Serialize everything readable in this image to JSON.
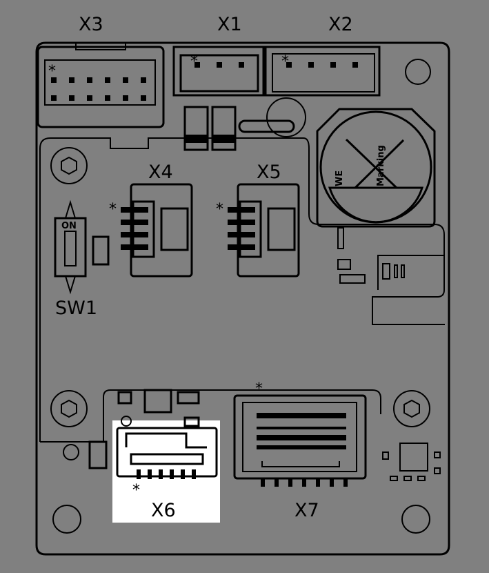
{
  "board": {
    "background": "#808080",
    "highlight_color": "#ffffff",
    "pin1_marker": "*",
    "components": [
      {
        "id": "X3",
        "label": "X3"
      },
      {
        "id": "X1",
        "label": "X1"
      },
      {
        "id": "X2",
        "label": "X2"
      },
      {
        "id": "X4",
        "label": "X4"
      },
      {
        "id": "X5",
        "label": "X5"
      },
      {
        "id": "SW1",
        "label": "SW1",
        "switch_text": "ON"
      },
      {
        "id": "X6",
        "label": "X6",
        "selected": true
      },
      {
        "id": "X7",
        "label": "X7"
      }
    ],
    "battery_logo": {
      "brand": "WE",
      "text": "Marking"
    }
  }
}
